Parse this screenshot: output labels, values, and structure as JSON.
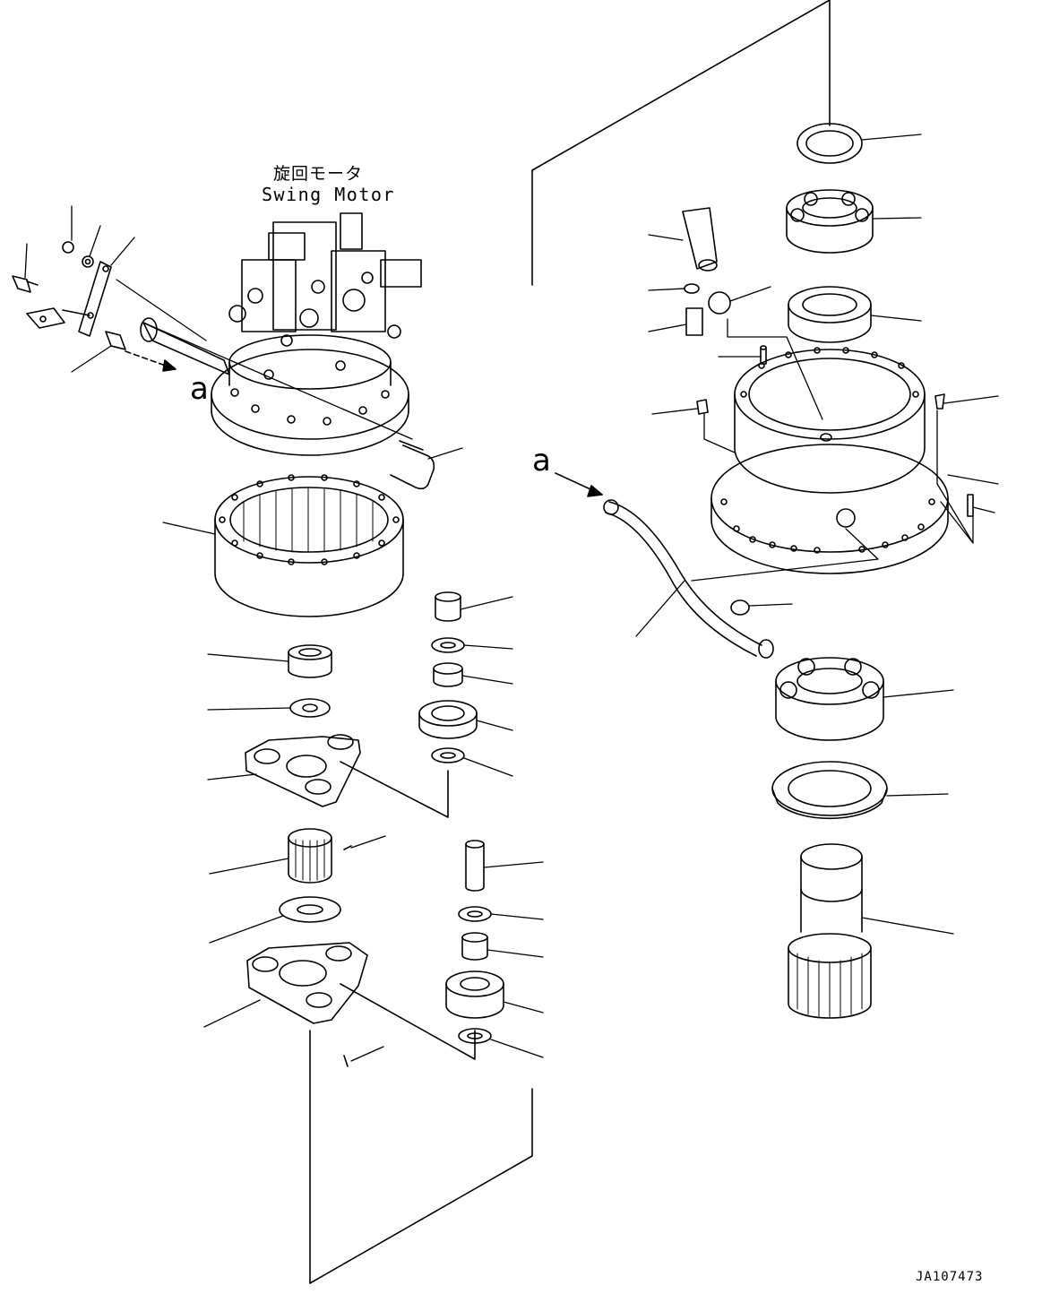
{
  "figure": {
    "title_jp": "旋回モータ",
    "title_en": "Swing Motor",
    "callout_left": "a",
    "callout_right": "a",
    "drawing_code": "JA107473"
  },
  "colors": {
    "line": "#000000",
    "background": "#ffffff",
    "hatch": "#000000"
  }
}
